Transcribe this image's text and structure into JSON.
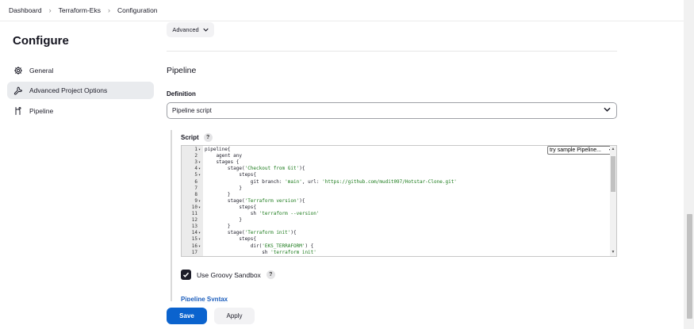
{
  "breadcrumb": {
    "items": [
      "Dashboard",
      "Terraform-Eks",
      "Configuration"
    ]
  },
  "sidebar": {
    "title": "Configure",
    "items": [
      {
        "label": "General",
        "icon": "gear-icon"
      },
      {
        "label": "Advanced Project Options",
        "icon": "wrench-icon"
      },
      {
        "label": "Pipeline",
        "icon": "pipeline-icon"
      }
    ]
  },
  "advanced": {
    "label": "Advanced"
  },
  "pipeline": {
    "section_title": "Pipeline",
    "definition_label": "Definition",
    "definition_value": "Pipeline script",
    "script_label": "Script",
    "help_glyph": "?",
    "sample_select": "try sample Pipeline...",
    "sandbox_label": "Use Groovy Sandbox",
    "sandbox_checked": true,
    "syntax_link": "Pipeline Syntax"
  },
  "script_lines": [
    {
      "n": "1",
      "fold": true,
      "code": "pipeline{"
    },
    {
      "n": "2",
      "fold": false,
      "code": "    agent any"
    },
    {
      "n": "3",
      "fold": true,
      "code": "    stages {"
    },
    {
      "n": "4",
      "fold": true,
      "code": "        stage('Checkout from Git'){"
    },
    {
      "n": "5",
      "fold": true,
      "code": "            steps{"
    },
    {
      "n": "6",
      "fold": false,
      "code": "                git branch: 'main', url: 'https://github.com/mudit097/Hotstar-Clone.git'"
    },
    {
      "n": "7",
      "fold": false,
      "code": "            }"
    },
    {
      "n": "8",
      "fold": false,
      "code": "        }"
    },
    {
      "n": "9",
      "fold": true,
      "code": "        stage('Terraform version'){"
    },
    {
      "n": "10",
      "fold": true,
      "code": "            steps{"
    },
    {
      "n": "11",
      "fold": false,
      "code": "                sh 'terraform --version'"
    },
    {
      "n": "12",
      "fold": false,
      "code": "            }"
    },
    {
      "n": "13",
      "fold": false,
      "code": "        }"
    },
    {
      "n": "14",
      "fold": true,
      "code": "        stage('Terraform init'){"
    },
    {
      "n": "15",
      "fold": true,
      "code": "            steps{"
    },
    {
      "n": "16",
      "fold": true,
      "code": "                dir('EKS_TERRAFORM') {"
    },
    {
      "n": "17",
      "fold": false,
      "code": "                    sh 'terraform init'"
    }
  ],
  "footer": {
    "save_label": "Save",
    "apply_label": "Apply"
  },
  "colors": {
    "primary": "#0b63ce",
    "string": "#1a7a1a",
    "active_bg": "#e9ebee"
  }
}
